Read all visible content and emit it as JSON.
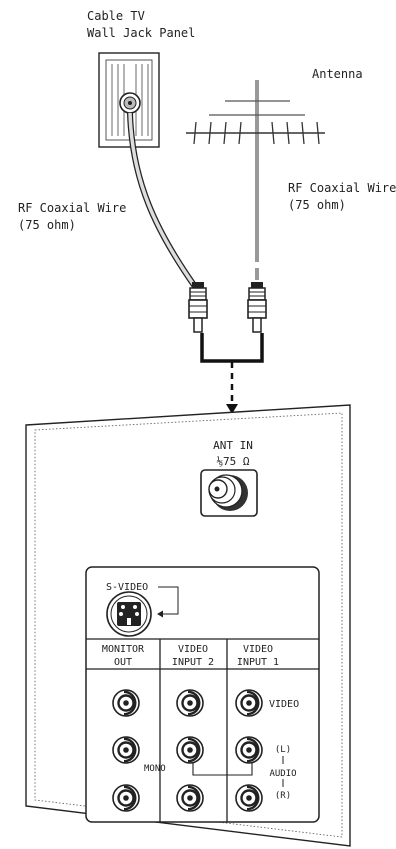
{
  "labels": {
    "wall_jack_line1": "Cable TV",
    "wall_jack_line2": "Wall Jack Panel",
    "antenna": "Antenna",
    "rf_left_line1": "RF Coaxial Wire",
    "rf_left_line2": "(75 ohm)",
    "rf_right_line1": "RF Coaxial Wire",
    "rf_right_line2": "(75 ohm)",
    "ant_in_line1": "ANT IN",
    "ant_in_line2": "⅑75 Ω",
    "s_video": "S-VIDEO",
    "monitor_out_line1": "MONITOR",
    "monitor_out_line2": "OUT",
    "video_input2_line1": "VIDEO",
    "video_input2_line2": "INPUT 2",
    "video_input1_line1": "VIDEO",
    "video_input1_line2": "INPUT 1",
    "video": "VIDEO",
    "left": "(L)",
    "audio": "AUDIO",
    "right": "(R)",
    "mono": "MONO"
  }
}
